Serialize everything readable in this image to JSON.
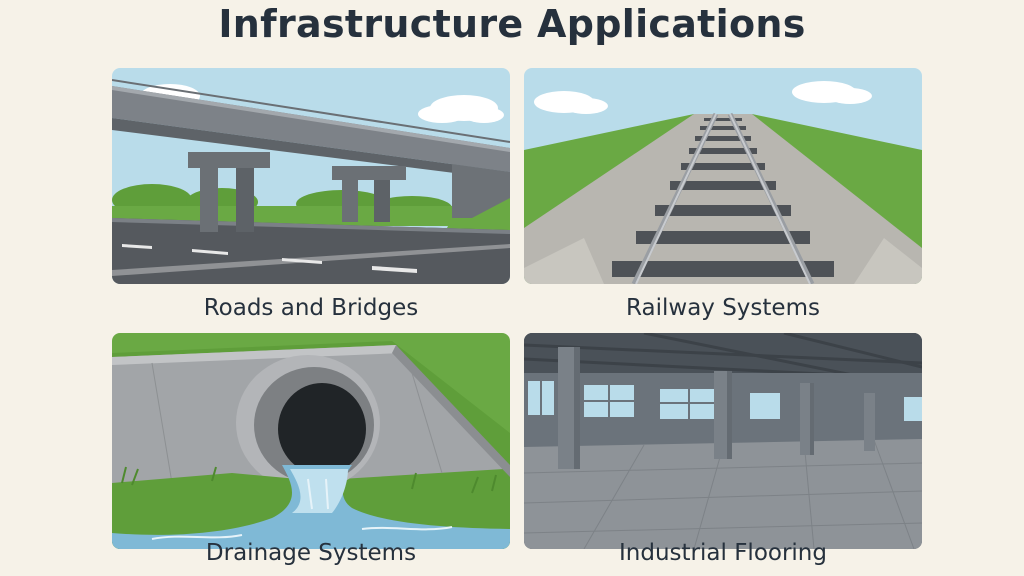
{
  "title": "Infrastructure Applications",
  "panels": [
    {
      "caption": "Roads and Bridges",
      "icon": "bridge-icon"
    },
    {
      "caption": "Railway Systems",
      "icon": "railway-icon"
    },
    {
      "caption": "Drainage Systems",
      "icon": "culvert-icon"
    },
    {
      "caption": "Industrial Flooring",
      "icon": "warehouse-icon"
    }
  ],
  "colors": {
    "background": "#f6f2e8",
    "sky": "#b9dcea",
    "grass": "#5f9e3a",
    "concrete": "#8a8f94",
    "asphalt": "#55595e",
    "water": "#7fb9d6",
    "title_text": "#26313d"
  }
}
